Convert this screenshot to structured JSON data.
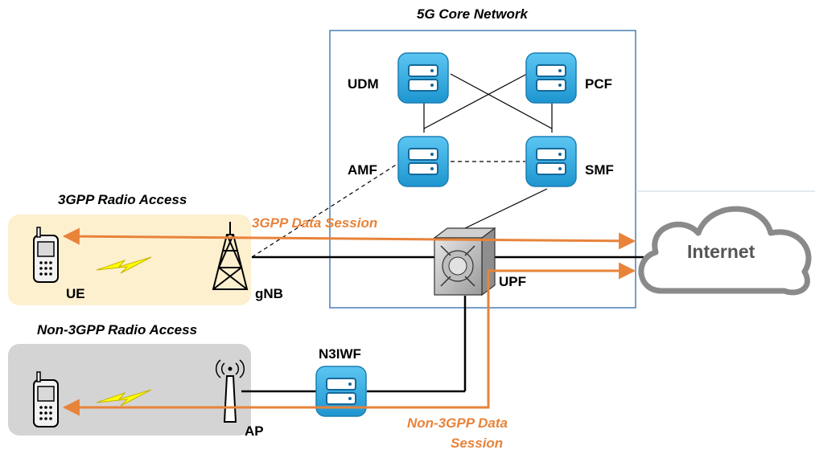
{
  "core": {
    "title": "5G Core Network"
  },
  "nodes": {
    "udm": "UDM",
    "pcf": "PCF",
    "amf": "AMF",
    "smf": "SMF",
    "upf": "UPF",
    "n3iwf": "N3IWF",
    "gnb": "gNB",
    "ap": "AP",
    "ue": "UE"
  },
  "regions": {
    "radio_3gpp": "3GPP Radio Access",
    "radio_non3gpp": "Non-3GPP Radio Access"
  },
  "sessions": {
    "session_3gpp": "3GPP Data Session",
    "session_non3gpp_line1": "Non-3GPP Data",
    "session_non3gpp_line2": "Session"
  },
  "internet": {
    "label": "Internet"
  },
  "colors": {
    "session": "#e8833a",
    "server_fill": "#29a9e1",
    "core_border": "#4a7fb5",
    "access_3gpp_fill": "#fdf0cf",
    "access_non3gpp_fill": "#d4d4d4"
  },
  "icons": [
    "server-icon",
    "phone-icon",
    "antenna-tower-icon",
    "access-point-icon",
    "lightning-icon",
    "router-cube-icon",
    "cloud-icon"
  ]
}
